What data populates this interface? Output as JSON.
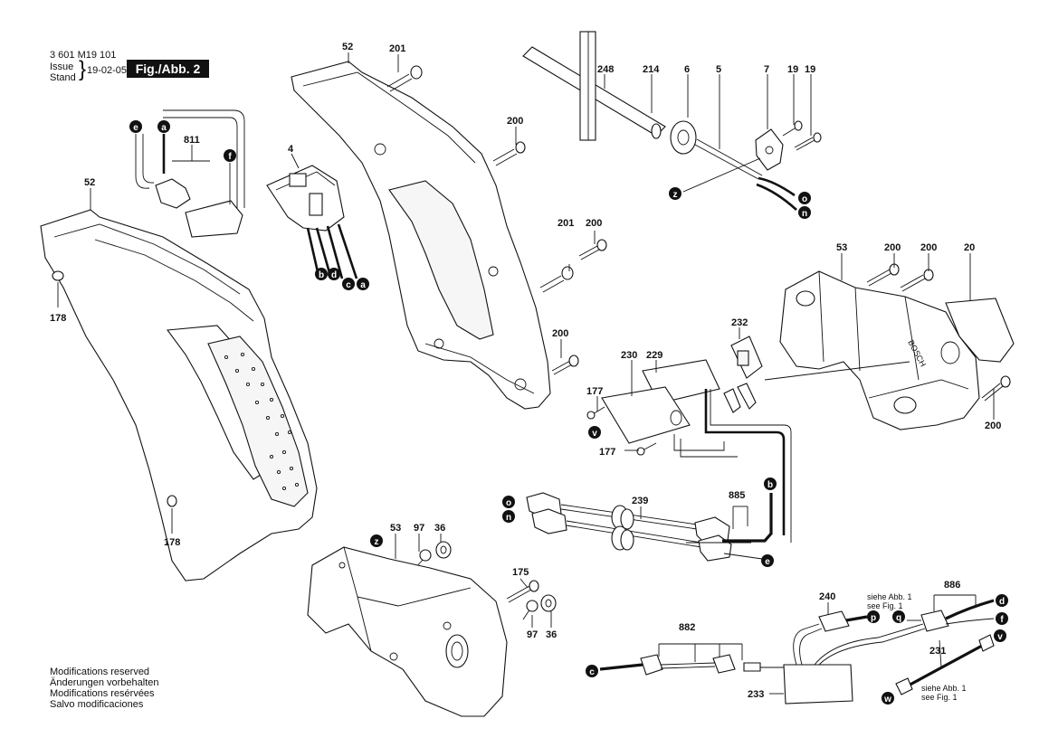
{
  "header": {
    "doc_number": "3 601 M19 101",
    "issue_label": "Issue",
    "stand_label": "Stand",
    "issue_brace": "}",
    "issue_date": "19-02-05",
    "figure_label": "Fig./Abb. 2"
  },
  "notes": [
    "Modifications reserved",
    "Änderungen vorbehalten",
    "Modifications resérvées",
    "Salvo modificaciones"
  ],
  "part_labels": {
    "p52a": "52",
    "p201a": "201",
    "p248": "248",
    "p214": "214",
    "p6": "6",
    "p5": "5",
    "p7": "7",
    "p19a": "19",
    "p19b": "19",
    "p200a": "200",
    "p811": "811",
    "p4": "4",
    "p52b": "52",
    "p178a": "178",
    "p201b": "201",
    "p200b": "200",
    "p53a": "53",
    "p200c": "200",
    "p200d": "200",
    "p20": "20",
    "p232": "232",
    "p200e": "200",
    "p230": "230",
    "p229": "229",
    "p177a": "177",
    "p177b": "177",
    "p200f": "200",
    "p239": "239",
    "p885": "885",
    "p178b": "178",
    "p53b": "53",
    "p97a": "97",
    "p36a": "36",
    "p175": "175",
    "p97b": "97",
    "p36b": "36",
    "p240": "240",
    "p886": "886",
    "p882": "882",
    "p231": "231",
    "p233": "233"
  },
  "wire_markers": {
    "e1": "e",
    "a1": "a",
    "f1": "f",
    "b1": "b",
    "d1": "d",
    "c1": "c",
    "a2": "a",
    "z1": "z",
    "o1": "o",
    "n1": "n",
    "v1": "v",
    "b2": "b",
    "o2": "o",
    "n2": "n",
    "e2": "e",
    "z2": "z",
    "p1": "p",
    "q1": "q",
    "d2": "d",
    "f2": "f",
    "v2": "v",
    "c2": "c",
    "w1": "w"
  },
  "cross_refs": {
    "ref1a": "siehe Abb. 1",
    "ref1b": "see Fig. 1",
    "ref2a": "siehe Abb. 1",
    "ref2b": "see Fig. 1"
  },
  "housing_text": "BOSCH"
}
